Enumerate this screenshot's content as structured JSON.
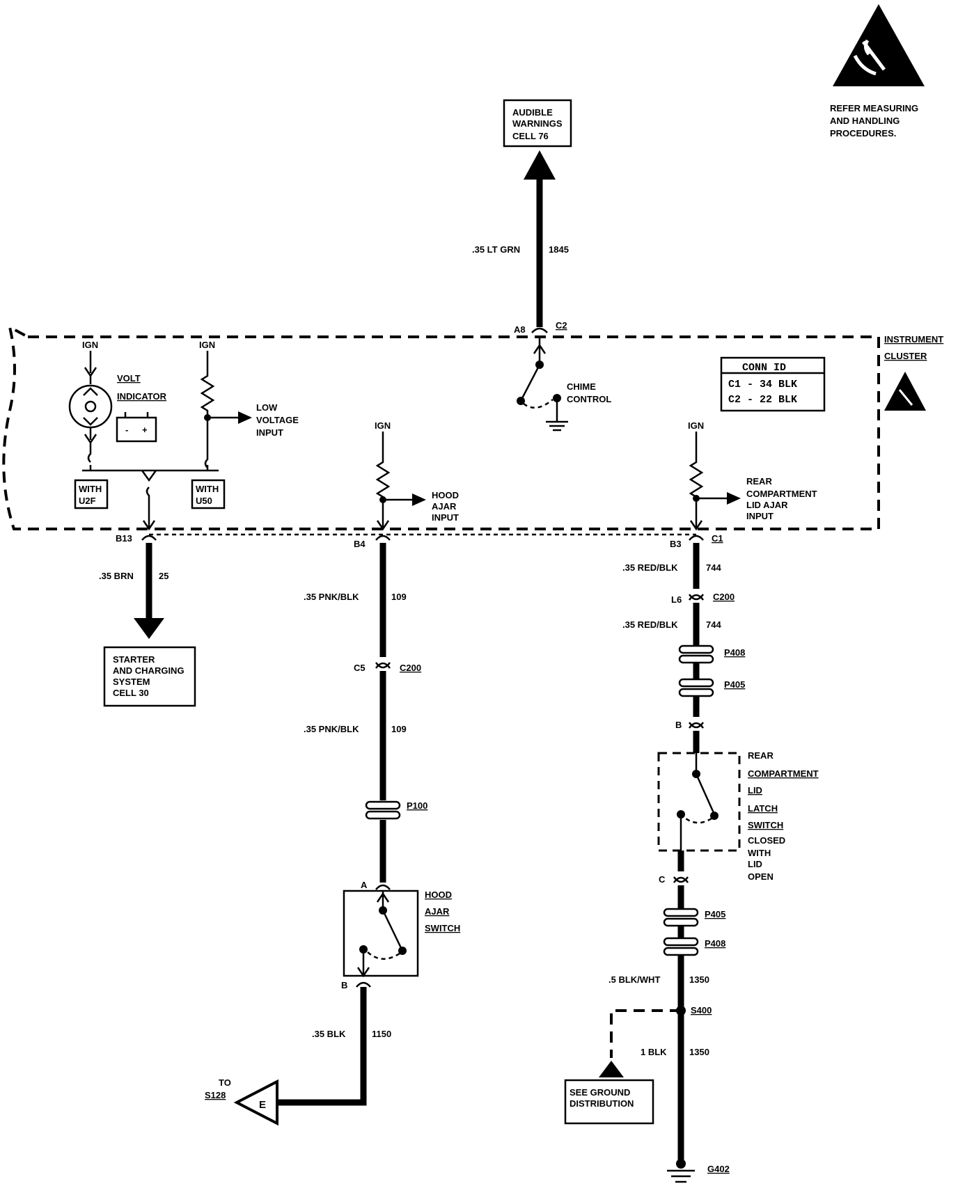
{
  "esd_notice": "REFER MEASURING\nAND HANDLING\nPROCEDURES.",
  "module": {
    "line1": "INSTRUMENT",
    "line2": "CLUSTER"
  },
  "conn_id": {
    "title": "CONN ID",
    "c1": "C1  -  34 BLK",
    "c2": "C2  -  22 BLK"
  },
  "audible": {
    "line1": "AUDIBLE",
    "line2": "WARNINGS",
    "line3": "CELL 76"
  },
  "starter": {
    "line1": "STARTER",
    "line2": "AND CHARGING",
    "line3": "SYSTEM",
    "line4": "CELL 30"
  },
  "ground_box": {
    "line1": "SEE GROUND",
    "line2": "DISTRIBUTION"
  },
  "ign": "IGN",
  "volt_indicator": {
    "line1": "VOLT",
    "line2": "INDICATOR"
  },
  "low_voltage": {
    "line1": "LOW",
    "line2": "VOLTAGE",
    "line3": "INPUT"
  },
  "options": {
    "u2f_1": "WITH",
    "u2f_2": "U2F",
    "u50_1": "WITH",
    "u50_2": "U50"
  },
  "chime": {
    "line1": "CHIME",
    "line2": "CONTROL"
  },
  "hood_input": {
    "line1": "HOOD",
    "line2": "AJAR",
    "line3": "INPUT"
  },
  "rear_input": {
    "line1": "REAR",
    "line2": "COMPARTMENT",
    "line3": "LID AJAR",
    "line4": "INPUT"
  },
  "hood_switch": {
    "line1": "HOOD",
    "line2": "AJAR",
    "line3": "SWITCH"
  },
  "rear_switch": {
    "line1": "REAR",
    "line2": "COMPARTMENT",
    "line3": "LID",
    "line4": "LATCH",
    "line5": "SWITCH",
    "line6": "CLOSED",
    "line7": "WITH",
    "line8": "LID",
    "line9": "OPEN"
  },
  "wires": {
    "w1845_gauge": ".35 LT GRN",
    "w1845_circ": "1845",
    "w25_gauge": ".35 BRN",
    "w25_circ": "25",
    "w109a_gauge": ".35 PNK/BLK",
    "w109a_circ": "109",
    "w109b_gauge": ".35 PNK/BLK",
    "w109b_circ": "109",
    "w1150_gauge": ".35 BLK",
    "w1150_circ": "1150",
    "w744a_gauge": ".35 RED/BLK",
    "w744a_circ": "744",
    "w744b_gauge": ".35 RED/BLK",
    "w744b_circ": "744",
    "w1350a_gauge": ".5 BLK/WHT",
    "w1350a_circ": "1350",
    "w1350b_gauge": "1 BLK",
    "w1350b_circ": "1350"
  },
  "pins": {
    "a8": "A8",
    "c2": "C2",
    "b13": "B13",
    "b4": "B4",
    "b3": "B3",
    "c1": "C1",
    "l6": "L6",
    "c200a": "C200",
    "c5": "C5",
    "c200b": "C200",
    "p408a": "P408",
    "p405a": "P405",
    "b_rear": "B",
    "c_rear": "C",
    "p405b": "P405",
    "p408b": "P408",
    "p100": "P100",
    "a_hood": "A",
    "b_hood": "B",
    "s400": "S400",
    "g402": "G402"
  },
  "to_s128": {
    "line1": "TO",
    "line2": "S128",
    "letter": "E"
  }
}
